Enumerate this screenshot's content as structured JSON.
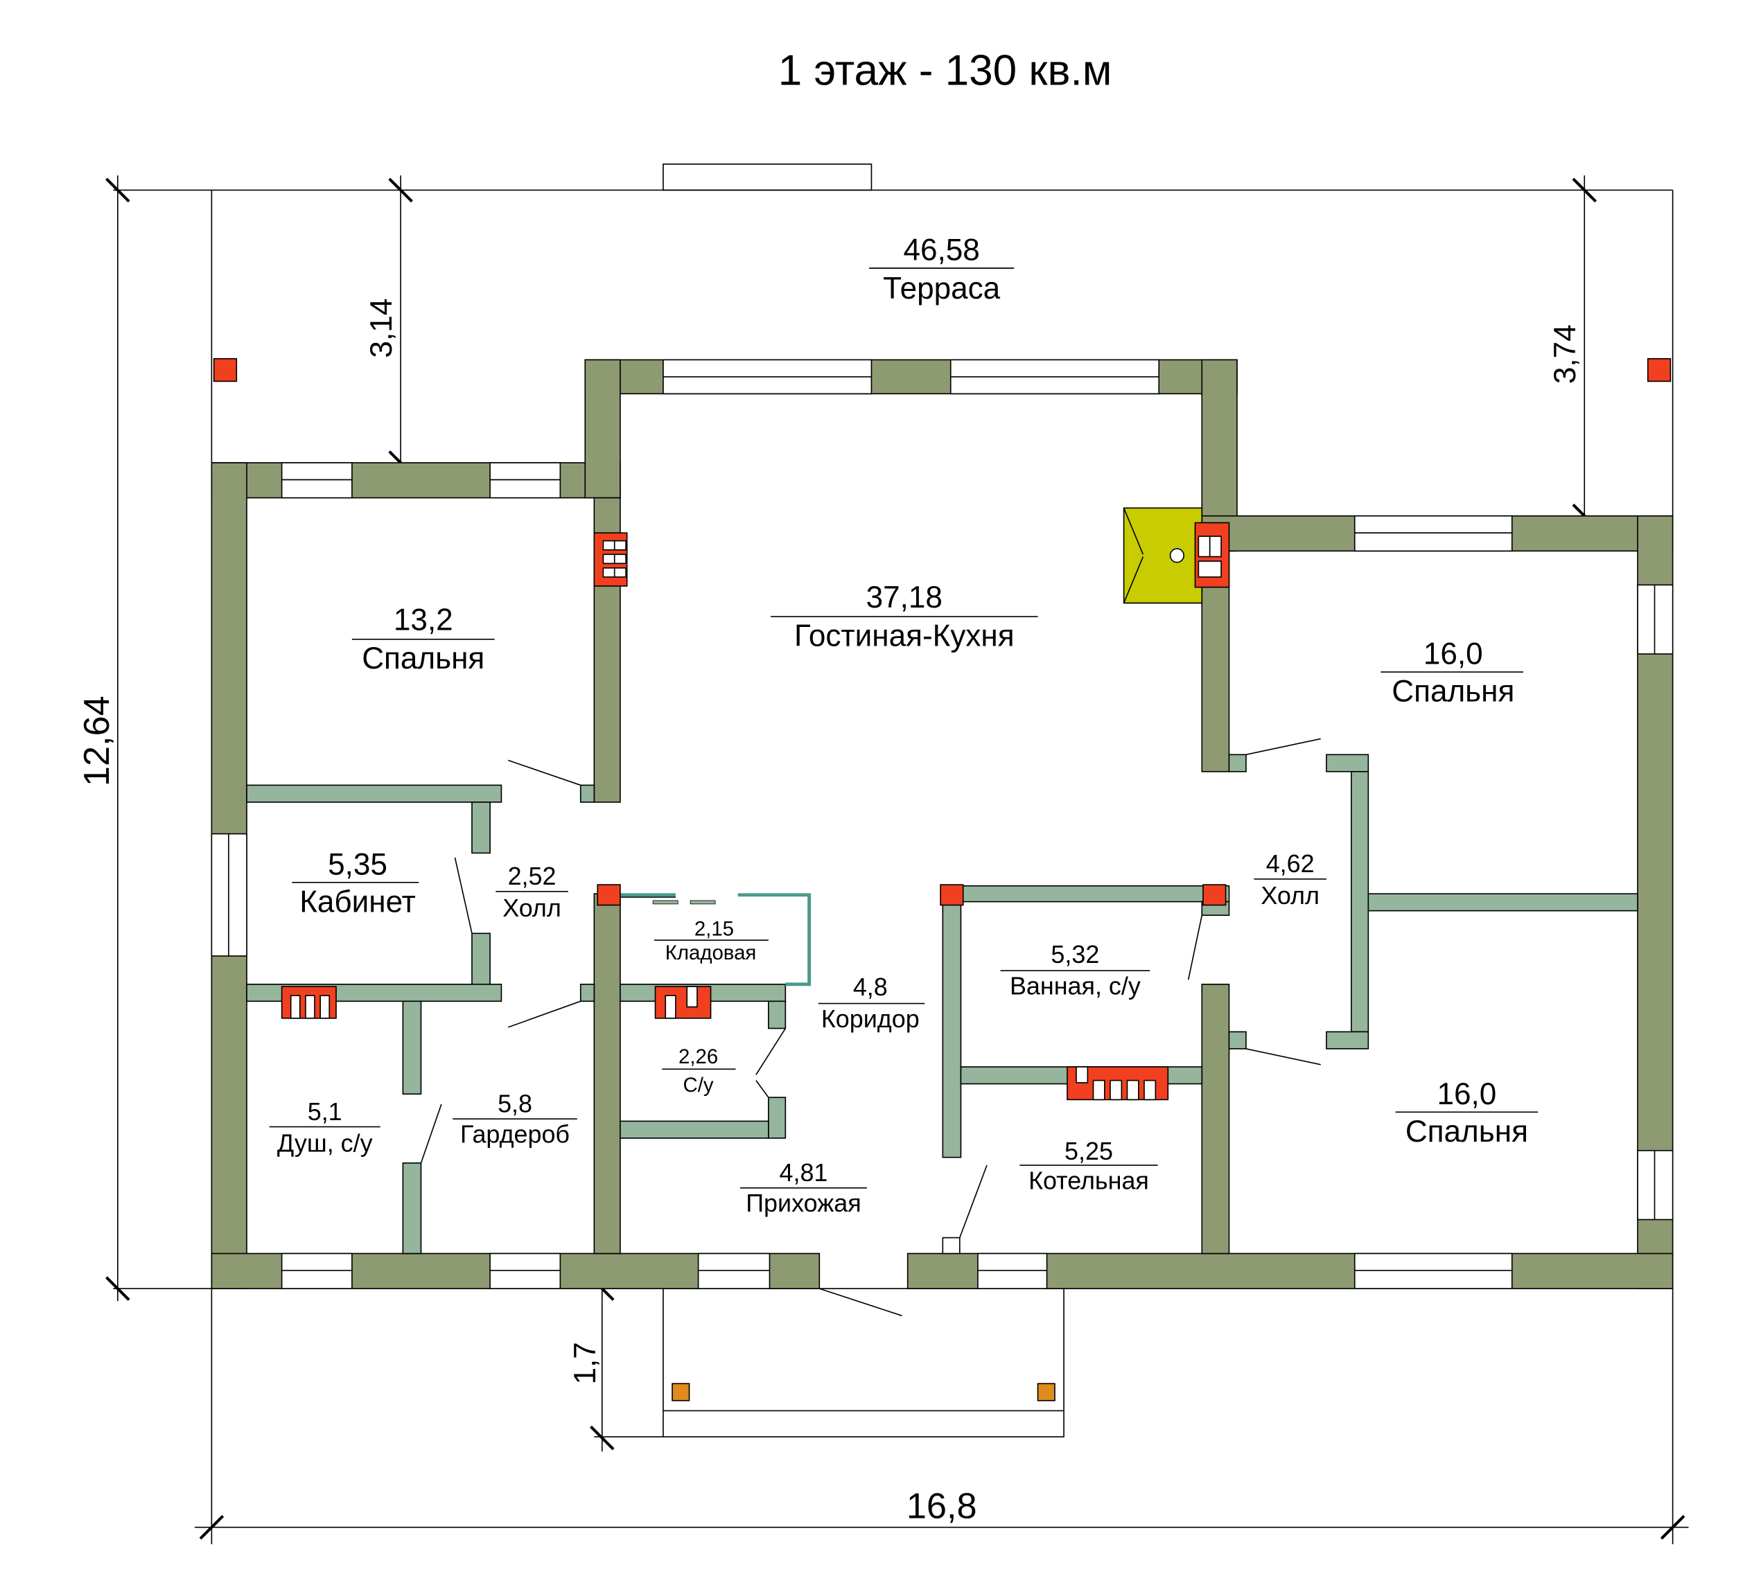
{
  "title": "1 этаж - 130 кв.м",
  "rooms": [
    {
      "area": "46,58",
      "name": "Терраса"
    },
    {
      "area": "37,18",
      "name": "Гостиная-Кухня"
    },
    {
      "area": "13,2",
      "name": "Спальня"
    },
    {
      "area": "16,0",
      "name": "Спальня"
    },
    {
      "area": "16,0",
      "name": "Спальня"
    },
    {
      "area": "5,35",
      "name": "Кабинет"
    },
    {
      "area": "2,52",
      "name": "Холл"
    },
    {
      "area": "2,15",
      "name": "Кладовая"
    },
    {
      "area": "4,8",
      "name": "Коридор"
    },
    {
      "area": "2,26",
      "name": "С/у"
    },
    {
      "area": "5,1",
      "name": "Душ, с/у"
    },
    {
      "area": "5,8",
      "name": "Гардероб"
    },
    {
      "area": "4,81",
      "name": "Прихожая"
    },
    {
      "area": "5,32",
      "name": "Ванная, с/у"
    },
    {
      "area": "5,25",
      "name": "Котельная"
    },
    {
      "area": "4,62",
      "name": "Холл"
    }
  ],
  "dimensions": {
    "total_height": "12,64",
    "total_width": "16,8",
    "terrace_left": "3,14",
    "terrace_right": "3,74",
    "porch": "1,7"
  },
  "colors": {
    "outer_wall": "#8e9a72",
    "inner_wall": "#95b59d",
    "chimney": "#f04020",
    "fireplace": "#c8cc00"
  }
}
